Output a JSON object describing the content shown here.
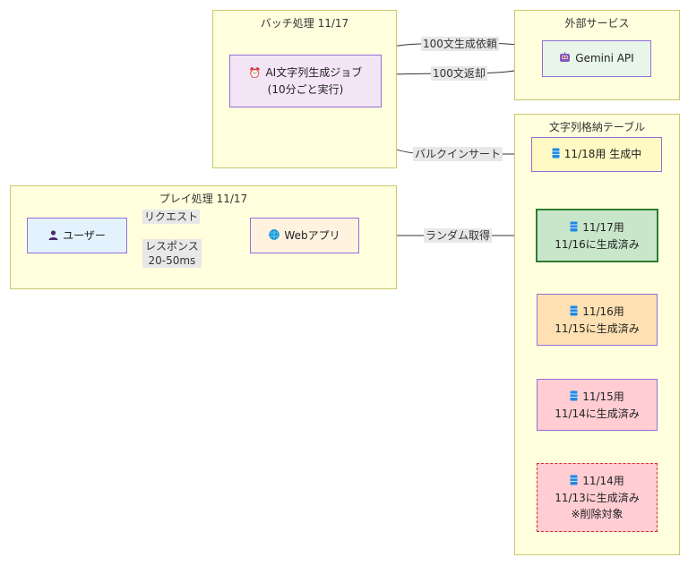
{
  "groups": {
    "batch": "バッチ処理 11/17",
    "external": "外部サービス",
    "play": "プレイ処理 11/17",
    "table": "文字列格納テーブル"
  },
  "nodes": {
    "job": {
      "icon": "alarm-clock-icon",
      "line1": "AI文字列生成ジョブ",
      "line2": "(10分ごと実行)"
    },
    "gemini": {
      "icon": "robot-icon",
      "label": "Gemini API"
    },
    "user": {
      "icon": "user-icon",
      "label": "ユーザー"
    },
    "webapp": {
      "icon": "globe-icon",
      "label": "Webアプリ"
    },
    "t1118": {
      "icon": "database-icon",
      "label": "11/18用 生成中"
    },
    "t1117": {
      "icon": "database-icon",
      "line1": "11/17用",
      "line2": "11/16に生成済み"
    },
    "t1116": {
      "icon": "database-icon",
      "line1": "11/16用",
      "line2": "11/15に生成済み"
    },
    "t1115": {
      "icon": "database-icon",
      "line1": "11/15用",
      "line2": "11/14に生成済み"
    },
    "t1114": {
      "icon": "database-icon",
      "line1": "11/14用",
      "line2": "11/13に生成済み",
      "line3": "※削除対象"
    }
  },
  "edges": {
    "request100": "100文生成依頼",
    "return100": "100文返却",
    "bulk_insert": "バルクインサート",
    "request": "リクエスト",
    "response_line1": "レスポンス",
    "response_line2": "20-50ms",
    "random_fetch": "ランダム取得"
  },
  "colors": {
    "group_fill": "#ffffde",
    "group_border": "#c9c96e",
    "job_fill": "#f3e5f5",
    "gemini_fill": "#e8f5e9",
    "user_fill": "#e3f2fd",
    "webapp_fill": "#fff3e0",
    "t1118_fill": "#fff9c4",
    "t1117_fill": "#c8e6c9",
    "t1117_border": "#2e7d32",
    "t1116_fill": "#ffe0b2",
    "t1115_fill": "#ffcdd2",
    "t1114_fill": "#ffcdd2",
    "t1114_border": "#d32f2f",
    "node_border": "#9370db",
    "edge": "#333333",
    "label_bg": "#e8e8e8"
  }
}
